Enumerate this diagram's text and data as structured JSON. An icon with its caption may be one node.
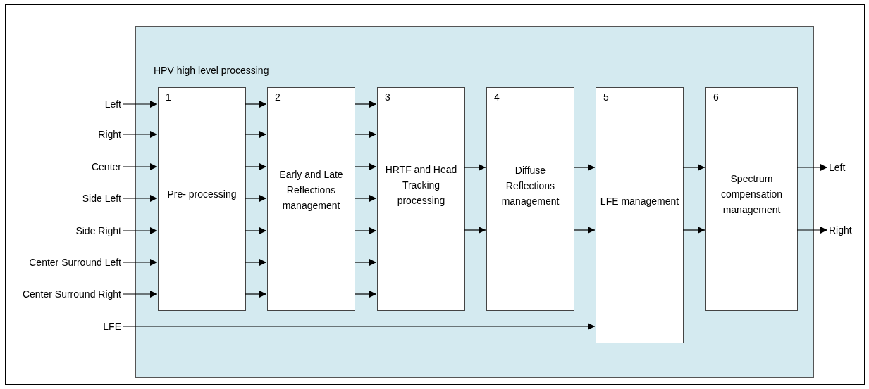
{
  "diagram": {
    "nodes": [
      {
        "text": [
          "HPV high level processing"
        ]
      },
      {
        "text": [
          "Left"
        ]
      },
      {
        "text": [
          "Right"
        ]
      },
      {
        "text": [
          "Center"
        ]
      },
      {
        "text": [
          "Side Left"
        ]
      },
      {
        "text": [
          "Side Right"
        ]
      },
      {
        "text": [
          "Center Surround Left"
        ]
      },
      {
        "text": [
          "Center Surround Right"
        ]
      },
      {
        "text": [
          "LFE"
        ]
      },
      {
        "text": [
          "1",
          "Pre- processing"
        ],
        "in": 0
      },
      {
        "text": [
          "2",
          "Early and Late Reflections management"
        ],
        "in": 0
      },
      {
        "text": [
          "3",
          "HRTF and Head Tracking processing"
        ],
        "in": 0
      },
      {
        "text": [
          "4",
          "Diffuse Reflections management"
        ],
        "in": 0
      },
      {
        "text": [
          "5",
          "LFE management"
        ],
        "in": 0
      },
      {
        "text": [
          "6",
          "Spectrum compensation management"
        ],
        "in": 0
      },
      {
        "text": [
          "Left"
        ]
      },
      {
        "text": [
          "Right"
        ]
      }
    ],
    "edges": [
      {
        "from": 1,
        "to": 9,
        "arrow": "to"
      },
      {
        "from": 2,
        "to": 9,
        "arrow": "to"
      },
      {
        "from": 3,
        "to": 9,
        "arrow": "to"
      },
      {
        "from": 4,
        "to": 9,
        "arrow": "to"
      },
      {
        "from": 5,
        "to": 9,
        "arrow": "to"
      },
      {
        "from": 6,
        "to": 9,
        "arrow": "to"
      },
      {
        "from": 7,
        "to": 9,
        "arrow": "to"
      },
      {
        "from": 8,
        "to": 13,
        "arrow": "to"
      },
      {
        "from": 9,
        "to": 10,
        "arrow": "to"
      },
      {
        "from": 9,
        "to": 10,
        "arrow": "to"
      },
      {
        "from": 9,
        "to": 10,
        "arrow": "to"
      },
      {
        "from": 9,
        "to": 10,
        "arrow": "to"
      },
      {
        "from": 9,
        "to": 10,
        "arrow": "to"
      },
      {
        "from": 9,
        "to": 10,
        "arrow": "to"
      },
      {
        "from": 9,
        "to": 10,
        "arrow": "to"
      },
      {
        "from": 10,
        "to": 11,
        "arrow": "to"
      },
      {
        "from": 10,
        "to": 11,
        "arrow": "to"
      },
      {
        "from": 10,
        "to": 11,
        "arrow": "to"
      },
      {
        "from": 10,
        "to": 11,
        "arrow": "to"
      },
      {
        "from": 10,
        "to": 11,
        "arrow": "to"
      },
      {
        "from": 10,
        "to": 11,
        "arrow": "to"
      },
      {
        "from": 10,
        "to": 11,
        "arrow": "to"
      },
      {
        "from": 11,
        "to": 12,
        "arrow": "to"
      },
      {
        "from": 11,
        "to": 12,
        "arrow": "to"
      },
      {
        "from": 12,
        "to": 13,
        "arrow": "to"
      },
      {
        "from": 12,
        "to": 13,
        "arrow": "to"
      },
      {
        "from": 13,
        "to": 14,
        "arrow": "to"
      },
      {
        "from": 13,
        "to": 14,
        "arrow": "to"
      },
      {
        "from": 14,
        "to": 15,
        "arrow": "to"
      },
      {
        "from": 14,
        "to": 16,
        "arrow": "to"
      }
    ]
  }
}
